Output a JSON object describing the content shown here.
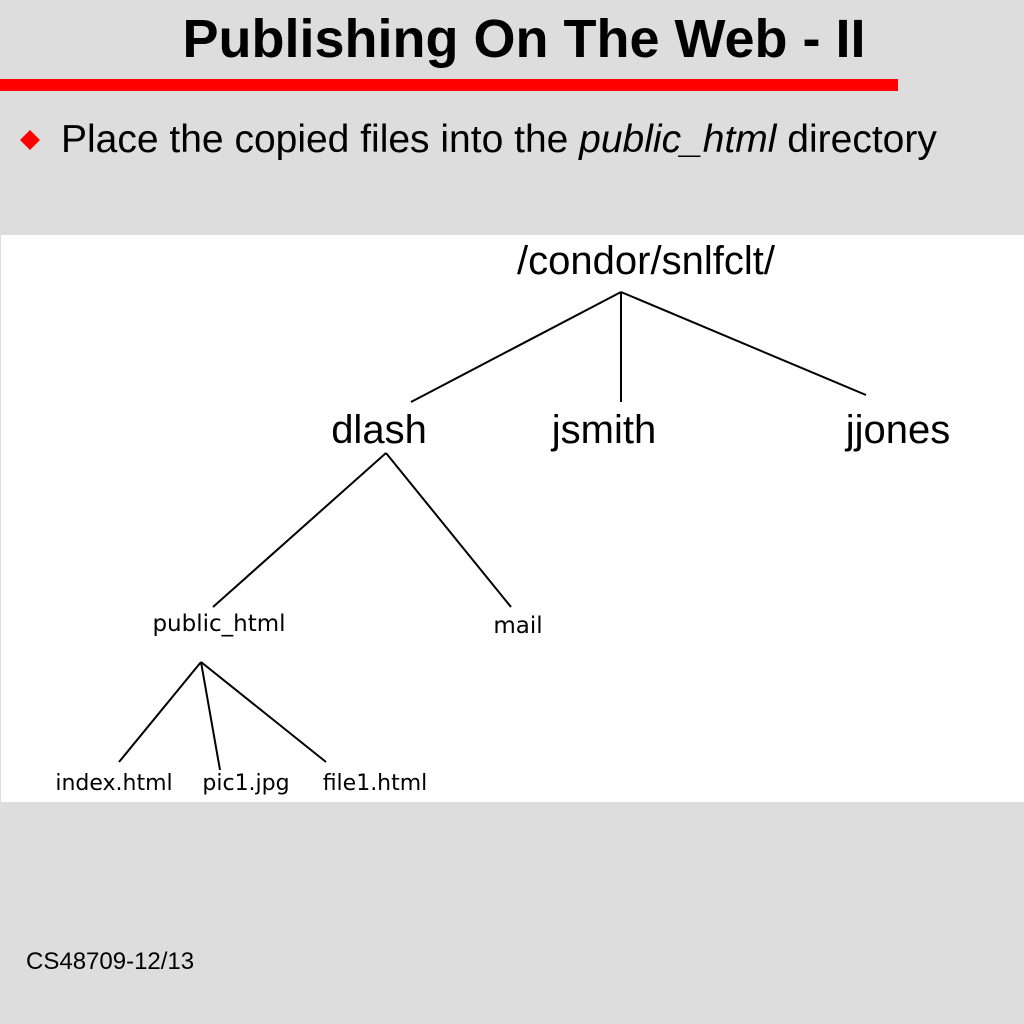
{
  "slide": {
    "title": "Publishing On The Web - II",
    "accent_color": "#ff0000",
    "background_color": "#dddddd"
  },
  "bullet": {
    "icon": "diamond-bullet-icon",
    "text_before": "Place the copied files into the ",
    "text_emphasis": "public_html",
    "text_after": " directory"
  },
  "tree": {
    "root": "/condor/snlfclt/",
    "users": [
      "dlash",
      "jsmith",
      "jjones"
    ],
    "dlash_children": [
      "public_html",
      "mail"
    ],
    "public_html_children": [
      "index.html",
      "pic1.jpg",
      "file1.html"
    ]
  },
  "footer": {
    "text": "CS48709-12/13"
  }
}
